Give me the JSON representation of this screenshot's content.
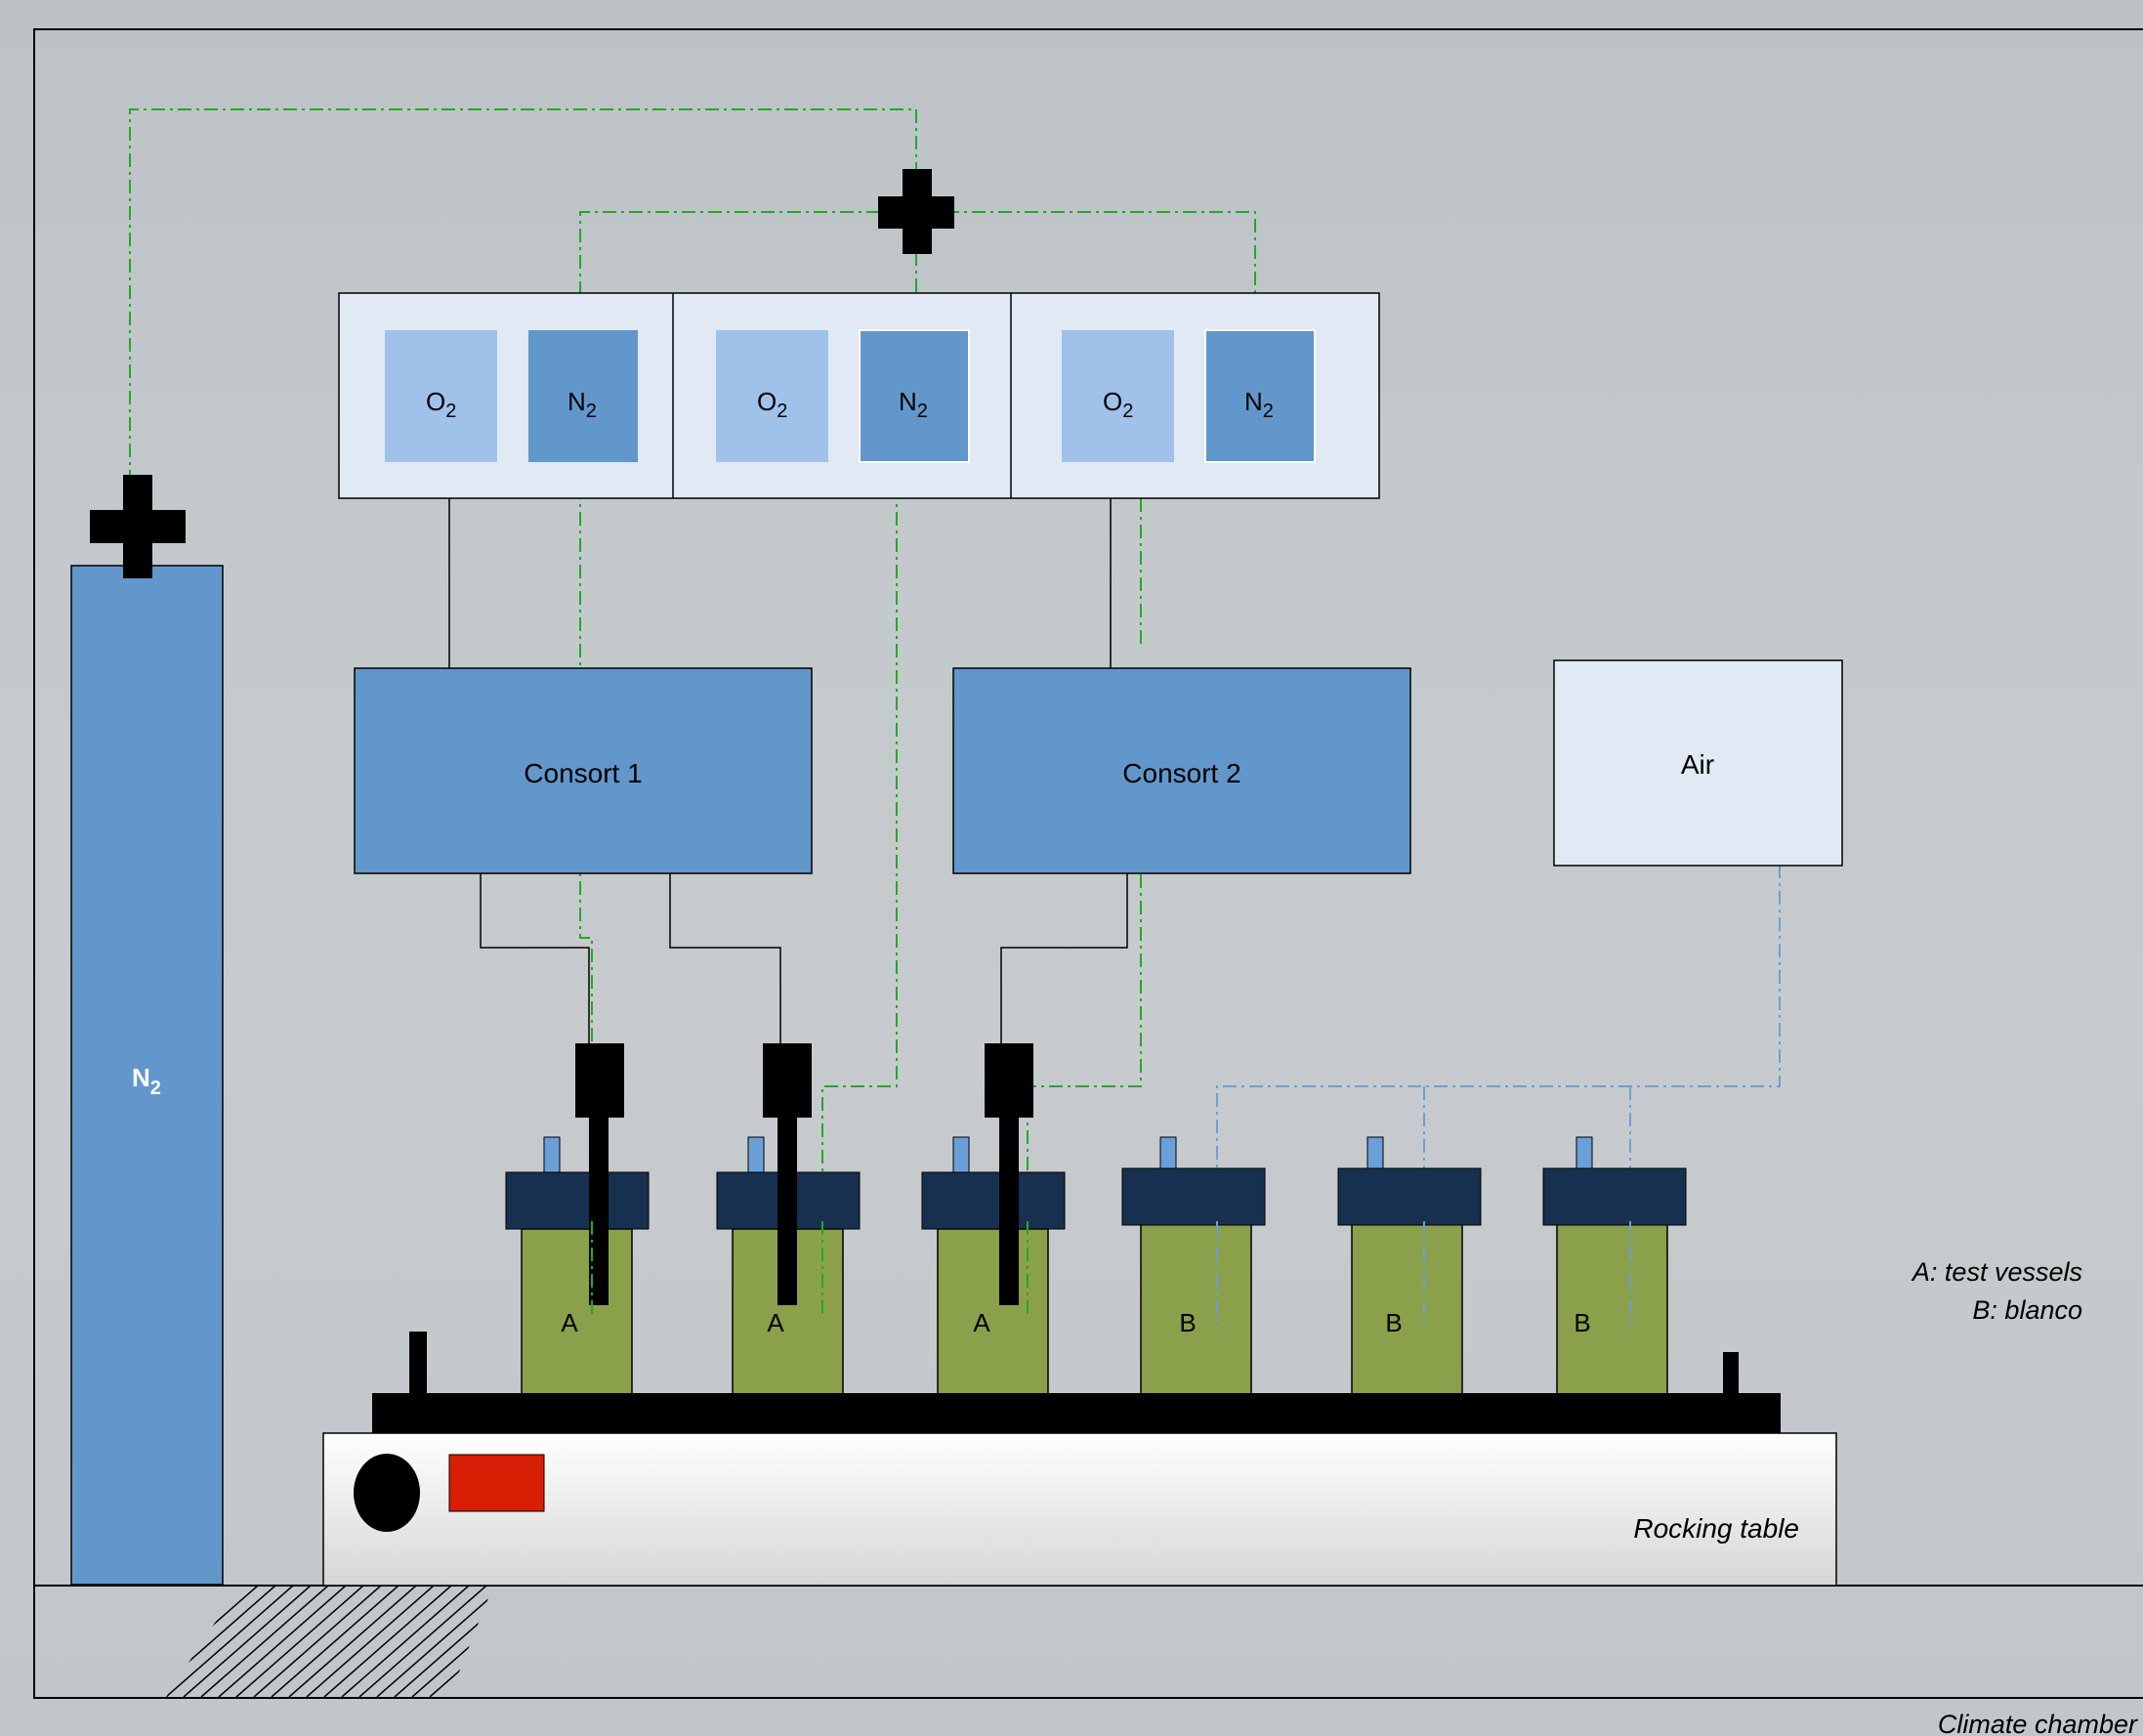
{
  "colors": {
    "panel_fill": "#e1e9f4",
    "o2_fill": "#a0c2ea",
    "n2_fill": "#6297cb",
    "consort_fill": "#6297cb",
    "cylinder_fill": "#6297cb",
    "vessel_fill": "#8aa04b",
    "cap_fill": "#17304f",
    "probe_fill": "#000000",
    "button_fill": "#d81e05",
    "green_line": "#22aa22",
    "blue_line": "#6a9fd8"
  },
  "cylinder": {
    "label_main": "N",
    "label_sub": "2"
  },
  "sensor_panel": {
    "cells": [
      {
        "o2_main": "O",
        "o2_sub": "2",
        "n2_main": "N",
        "n2_sub": "2"
      },
      {
        "o2_main": "O",
        "o2_sub": "2",
        "n2_main": "N",
        "n2_sub": "2"
      },
      {
        "o2_main": "O",
        "o2_sub": "2",
        "n2_main": "N",
        "n2_sub": "2"
      }
    ]
  },
  "consort1": {
    "label": "Consort 1"
  },
  "consort2": {
    "label": "Consort 2"
  },
  "air": {
    "label": "Air"
  },
  "vessels": [
    {
      "label": "A"
    },
    {
      "label": "A"
    },
    {
      "label": "A"
    },
    {
      "label": "B"
    },
    {
      "label": "B"
    },
    {
      "label": "B"
    }
  ],
  "legend": {
    "line1": "A: test vessels",
    "line2": "B: blanco"
  },
  "rocking_table": {
    "label": "Rocking table"
  },
  "chamber": {
    "label": "Climate chamber"
  }
}
